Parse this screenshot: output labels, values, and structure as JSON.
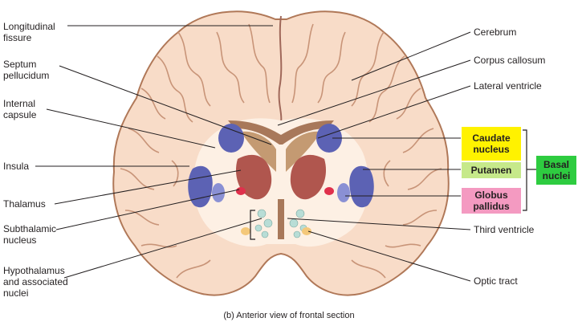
{
  "labels": {
    "longitudinal_fissure": "Longitudinal\nfissure",
    "septum_pellucidum": "Septum\npellucidum",
    "internal_capsule": "Internal\ncapsule",
    "insula": "Insula",
    "thalamus": "Thalamus",
    "subthalamic_nucleus": "Subthalamic\nnucleus",
    "hypothalamus": "Hypothalamus\nand associated\nnuclei",
    "cerebrum": "Cerebrum",
    "corpus_callosum": "Corpus callosum",
    "lateral_ventricle": "Lateral ventricle",
    "third_ventricle": "Third ventricle",
    "optic_tract": "Optic tract"
  },
  "boxes": {
    "caudate_nucleus": "Caudate\nnucleus",
    "putamen": "Putamen",
    "globus_pallidus": "Globus\npallidus",
    "basal_nuclei": "Basal\nnuclei"
  },
  "caption": "(b) Anterior view of frontal section",
  "colors": {
    "cortex": "#f8dcc8",
    "cortex_outline": "#b07858",
    "white_matter": "#fdf0e4",
    "caudate_putamen_blue": "#5c62b4",
    "thalamus": "#b0564e",
    "corpus_callosum": "#a8785a",
    "caudate_box": "#fff200",
    "putamen_box": "#c6e98a",
    "globus_box": "#f49ac1",
    "basal_box": "#2ecc40"
  }
}
